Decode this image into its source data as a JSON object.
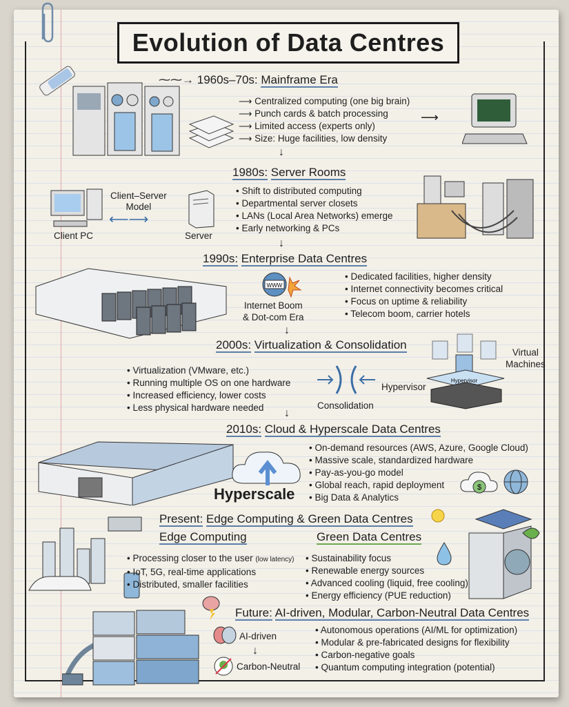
{
  "title": "Evolution of Data Centres",
  "decor": {
    "paperclip": "paperclip-icon",
    "usb_stick": "usb-stick-icon"
  },
  "eras": {
    "mainframe": {
      "heading_prefix": "1960s–70s:",
      "heading_title": "Mainframe Era",
      "bullets": [
        "Centralized computing (one big brain)",
        "Punch cards & batch processing",
        "Limited access (experts only)",
        "Size: Huge facilities, low density"
      ],
      "icons": [
        "mainframe-icon",
        "punch-cards-icon",
        "terminal-icon"
      ]
    },
    "server_rooms": {
      "heading_prefix": "1980s:",
      "heading_title": "Server Rooms",
      "bullets": [
        "Shift to distributed computing",
        "Departmental server closets",
        "LANs (Local Area Networks) emerge",
        "Early networking & PCs"
      ],
      "client_label": "Client PC",
      "model_label_1": "Client–Server",
      "model_label_2": "Model",
      "server_label": "Server"
    },
    "enterprise": {
      "heading_prefix": "1990s:",
      "heading_title": "Enterprise Data Centres",
      "www": "WWW",
      "boom_label_1": "Internet Boom",
      "boom_label_2": "& Dot-com Era",
      "bullets": [
        "Dedicated facilities, higher density",
        "Internet connectivity becomes critical",
        "Focus on uptime & reliability",
        "Telecom boom, carrier hotels"
      ]
    },
    "virtualization": {
      "heading_prefix": "2000s:",
      "heading_title": "Virtualization & Consolidation",
      "bullets": [
        "Virtualization (VMware, etc.)",
        "Running multiple OS on one hardware",
        "Increased efficiency, lower costs",
        "Less physical hardware needed"
      ],
      "consolidation_label": "Consolidation",
      "hypervisor_label": "Hypervisor",
      "hypervisor_plate": "Hypervisor",
      "vm_label_1": "Virtual",
      "vm_label_2": "Machines"
    },
    "cloud": {
      "heading_prefix": "2010s:",
      "heading_title": "Cloud & Hyperscale Data Centres",
      "hyperscale_label": "Hyperscale",
      "bullets": [
        "On-demand resources (AWS, Azure, Google Cloud)",
        "Massive scale, standardized hardware",
        "Pay-as-you-go model",
        "Global reach, rapid deployment",
        "Big Data & Analytics"
      ],
      "dollar": "$"
    },
    "present": {
      "heading_prefix": "Present:",
      "heading_title": "Edge Computing & Green Data Centres",
      "edge": {
        "title": "Edge Computing",
        "bullets": [
          "Processing closer to the user",
          "IoT, 5G, real-time applications",
          "Distributed, smaller facilities"
        ],
        "note": "(low latency)"
      },
      "green": {
        "title": "Green Data Centres",
        "bullets": [
          "Sustainability focus",
          "Renewable energy sources",
          "Advanced cooling (liquid, free cooling)",
          "Energy efficiency (PUE reduction)"
        ]
      }
    },
    "future": {
      "heading_prefix": "Future:",
      "heading_title": "AI-driven, Modular, Carbon-Neutral Data Centres",
      "ai_label": "AI-driven",
      "carbon_label": "Carbon-Neutral",
      "bullets": [
        "Autonomous operations (AI/ML for optimization)",
        "Modular & pre-fabricated designs for flexibility",
        "Carbon-negative goals",
        "Quantum computing integration (potential)"
      ]
    }
  },
  "colors": {
    "accent_blue": "#5c7fa8",
    "green": "#6aa84f",
    "ink": "#1e1e1e",
    "paper": "#f3f0e8",
    "margin_red": "#e2a7a7"
  }
}
